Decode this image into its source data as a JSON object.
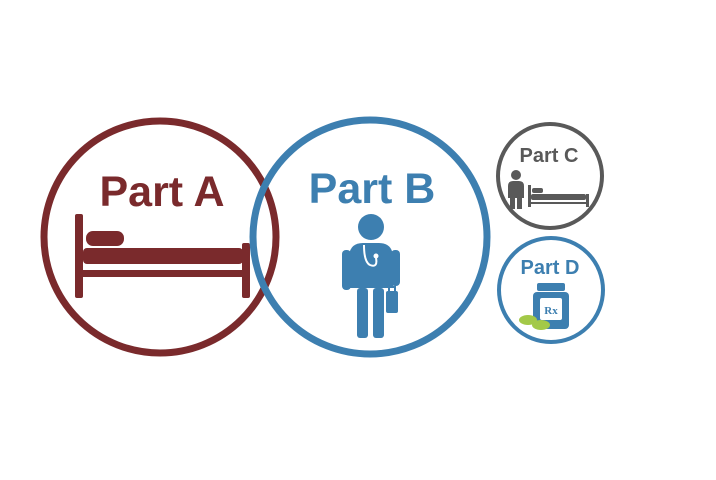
{
  "diagram": {
    "part_a": {
      "label": "Part A",
      "color": "#7a2a2c",
      "icon": "hospital-bed-icon"
    },
    "part_b": {
      "label": "Part B",
      "color": "#3d7fb0",
      "icon": "doctor-icon"
    },
    "part_c": {
      "label": "Part C",
      "color": "#595959",
      "icon": "doctor-and-bed-icon"
    },
    "part_d": {
      "label": "Part D",
      "color": "#3d7fb0",
      "accent_color": "#a3c948",
      "icon": "prescription-bottle-icon",
      "bottle_label": "Rx"
    }
  }
}
